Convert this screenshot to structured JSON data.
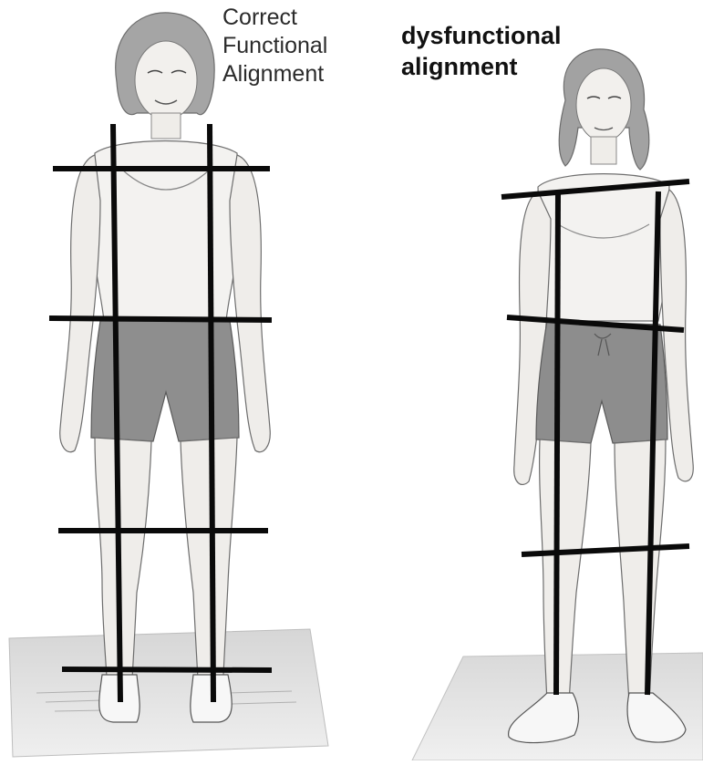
{
  "figure": {
    "correct_label": {
      "line1": "Correct",
      "line2": "Functional",
      "line3": "Alignment"
    },
    "dysfunctional_label": {
      "line1": "dysfunctional",
      "line2": "alignment"
    },
    "colors": {
      "alignment_line": "#0a0a0a",
      "skin": "#f1efec",
      "skin_shade": "#c9c6c2",
      "shorts": "#8f8f8f",
      "hair": "#9a9a9a",
      "platform": "#e4e4e4",
      "outline": "#555555"
    },
    "figures": [
      {
        "name": "correct-figure",
        "alignment": "level"
      },
      {
        "name": "dysfunctional-figure",
        "alignment": "tilted"
      }
    ]
  }
}
